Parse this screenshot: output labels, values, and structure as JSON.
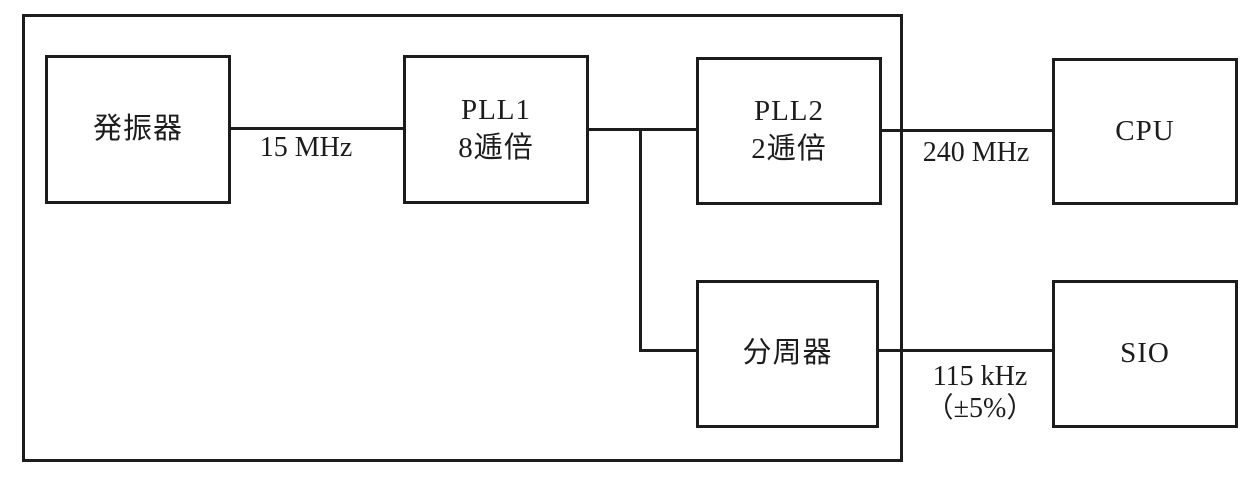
{
  "colors": {
    "line": "#1c1c1c",
    "background": "#ffffff"
  },
  "diagram": {
    "blocks": {
      "oscillator": {
        "line1": "発振器"
      },
      "pll1": {
        "line1": "PLL1",
        "line2": "8逓倍"
      },
      "pll2": {
        "line1": "PLL2",
        "line2": "2逓倍"
      },
      "divider": {
        "line1": "分周器"
      },
      "cpu": {
        "line1": "CPU"
      },
      "sio": {
        "line1": "SIO"
      }
    },
    "labels": {
      "osc_to_pll1": "15 MHz",
      "pll2_to_cpu": "240 MHz",
      "divider_to_sio": "115 kHz",
      "divider_to_sio_tolerance": "（±5%）"
    }
  }
}
